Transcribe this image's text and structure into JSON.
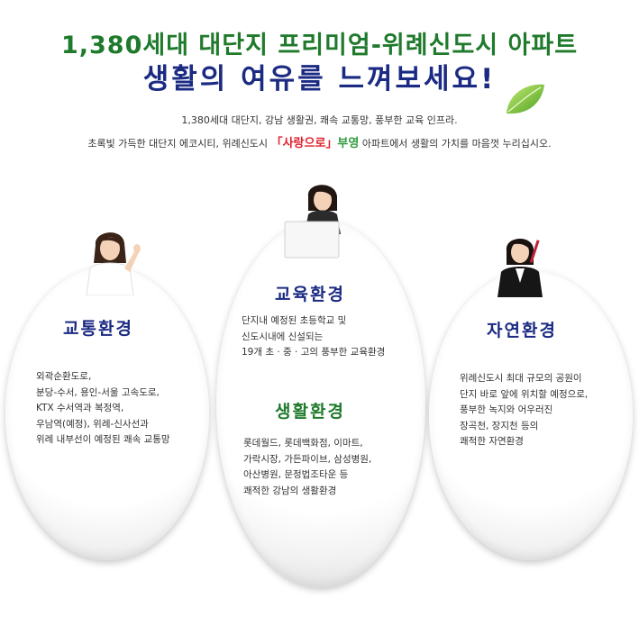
{
  "header": {
    "title_line1": "1,380세대 대단지 프리미엄-위례신도시 아파트",
    "title_line2": "생활의 여유를 느껴보세요!",
    "subtitle_line1": "1,380세대 대단지, 강남 생활권, 쾌속 교통망, 풍부한 교육 인프라.",
    "subtitle_line2_pre": "초록빛 가득한 대단지 에코시티, 위례신도시",
    "subtitle_highlight1": "「사랑으로」",
    "subtitle_highlight2": "부영",
    "subtitle_line2_post": "아파트에서 생활의 가치를 마음껏 누리십시오."
  },
  "sections": {
    "transport": {
      "title": "교통환경",
      "lines": [
        "외곽순환도로,",
        "분당-수서, 용인-서울 고속도로,",
        "KTX 수서역과 복정역,",
        "우남역(예정), 위례-신사선과",
        "위례 내부선이 예정된 쾌속 교통망"
      ]
    },
    "education": {
      "title": "교육환경",
      "lines": [
        "단지내 예정된 초등학교 및",
        "신도시내에 신설되는",
        "19개 초 · 중 · 고의 풍부한 교육환경"
      ]
    },
    "living": {
      "title": "생활환경",
      "lines": [
        "롯데월드, 롯데백화점, 이마트,",
        "가락시장, 가든파이브, 삼성병원,",
        "아산병원, 문정법조타운 등",
        "쾌적한 강남의 생활환경"
      ]
    },
    "nature": {
      "title": "자연환경",
      "lines": [
        "위례신도시 최대 규모의 공원이",
        "단지 바로 앞에 위치할 예정으로,",
        "풍부한 녹지와 어우러진",
        "장곡천, 장지천 등의",
        "쾌적한 자연환경"
      ]
    }
  },
  "colors": {
    "title_green": "#1f7a2c",
    "title_navy": "#1b2a82",
    "highlight_red": "#e21d2a",
    "highlight_green": "#2d9b3c"
  }
}
